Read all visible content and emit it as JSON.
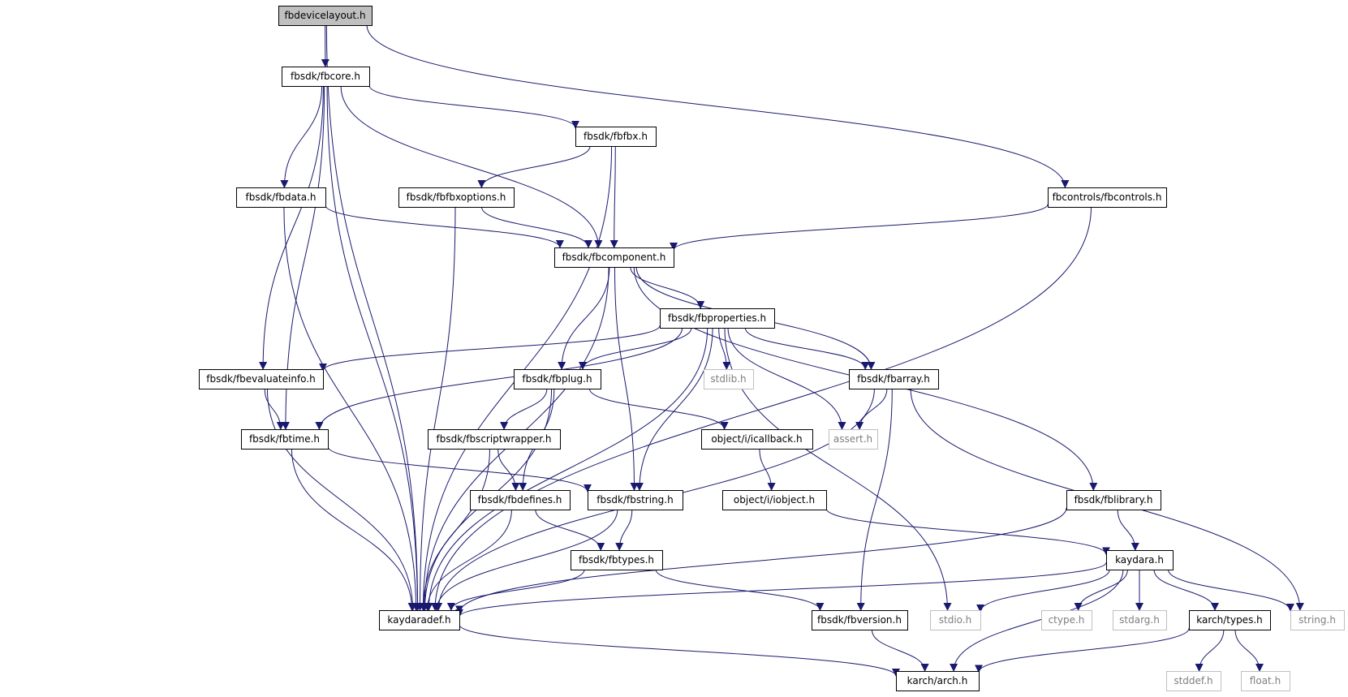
{
  "graph": {
    "nodes": [
      {
        "id": "fbdevicelayout",
        "label": "fbdevicelayout.h",
        "style": "root"
      },
      {
        "id": "fbcore",
        "label": "fbsdk/fbcore.h",
        "style": "normal"
      },
      {
        "id": "fbfbx",
        "label": "fbsdk/fbfbx.h",
        "style": "normal"
      },
      {
        "id": "fbdata",
        "label": "fbsdk/fbdata.h",
        "style": "normal"
      },
      {
        "id": "fbfbxoptions",
        "label": "fbsdk/fbfbxoptions.h",
        "style": "normal"
      },
      {
        "id": "fbcontrols",
        "label": "fbcontrols/fbcontrols.h",
        "style": "normal"
      },
      {
        "id": "fbcomponent",
        "label": "fbsdk/fbcomponent.h",
        "style": "normal"
      },
      {
        "id": "fbproperties",
        "label": "fbsdk/fbproperties.h",
        "style": "normal"
      },
      {
        "id": "fbevaluateinfo",
        "label": "fbsdk/fbevaluateinfo.h",
        "style": "normal"
      },
      {
        "id": "fbplug",
        "label": "fbsdk/fbplug.h",
        "style": "normal"
      },
      {
        "id": "stdlib",
        "label": "stdlib.h",
        "style": "system"
      },
      {
        "id": "fbarray",
        "label": "fbsdk/fbarray.h",
        "style": "normal"
      },
      {
        "id": "fbtime",
        "label": "fbsdk/fbtime.h",
        "style": "normal"
      },
      {
        "id": "fbscriptwrapper",
        "label": "fbsdk/fbscriptwrapper.h",
        "style": "normal"
      },
      {
        "id": "icallback",
        "label": "object/i/icallback.h",
        "style": "normal"
      },
      {
        "id": "assert",
        "label": "assert.h",
        "style": "system"
      },
      {
        "id": "fbdefines",
        "label": "fbsdk/fbdefines.h",
        "style": "normal"
      },
      {
        "id": "fbstring",
        "label": "fbsdk/fbstring.h",
        "style": "normal"
      },
      {
        "id": "iobject",
        "label": "object/i/iobject.h",
        "style": "normal"
      },
      {
        "id": "fblibrary",
        "label": "fbsdk/fblibrary.h",
        "style": "normal"
      },
      {
        "id": "fbtypes",
        "label": "fbsdk/fbtypes.h",
        "style": "normal"
      },
      {
        "id": "kaydara",
        "label": "kaydara.h",
        "style": "normal"
      },
      {
        "id": "kaydaradef",
        "label": "kaydaradef.h",
        "style": "normal"
      },
      {
        "id": "fbversion",
        "label": "fbsdk/fbversion.h",
        "style": "normal"
      },
      {
        "id": "stdio",
        "label": "stdio.h",
        "style": "system"
      },
      {
        "id": "ctype",
        "label": "ctype.h",
        "style": "system"
      },
      {
        "id": "stdarg",
        "label": "stdarg.h",
        "style": "system"
      },
      {
        "id": "karchtypes",
        "label": "karch/types.h",
        "style": "normal"
      },
      {
        "id": "string",
        "label": "string.h",
        "style": "system"
      },
      {
        "id": "karcharch",
        "label": "karch/arch.h",
        "style": "normal"
      },
      {
        "id": "stddef",
        "label": "stddef.h",
        "style": "system"
      },
      {
        "id": "float",
        "label": "float.h",
        "style": "system"
      }
    ],
    "edges": [
      {
        "from": "fbdevicelayout",
        "to": "fbcore"
      },
      {
        "from": "fbdevicelayout",
        "to": "kaydaradef"
      },
      {
        "from": "fbdevicelayout",
        "to": "fbcontrols"
      },
      {
        "from": "fbcore",
        "to": "fbfbx"
      },
      {
        "from": "fbcore",
        "to": "fbdata"
      },
      {
        "from": "fbcore",
        "to": "fbcomponent"
      },
      {
        "from": "fbcore",
        "to": "fbevaluateinfo"
      },
      {
        "from": "fbcore",
        "to": "fbtime"
      },
      {
        "from": "fbcore",
        "to": "kaydaradef"
      },
      {
        "from": "fbfbx",
        "to": "fbfbxoptions"
      },
      {
        "from": "fbfbx",
        "to": "fbcomponent"
      },
      {
        "from": "fbfbx",
        "to": "kaydaradef"
      },
      {
        "from": "fbdata",
        "to": "fbcomponent"
      },
      {
        "from": "fbdata",
        "to": "kaydaradef"
      },
      {
        "from": "fbfbxoptions",
        "to": "fbcomponent"
      },
      {
        "from": "fbfbxoptions",
        "to": "kaydaradef"
      },
      {
        "from": "fbcontrols",
        "to": "fbcomponent"
      },
      {
        "from": "fbcontrols",
        "to": "kaydaradef"
      },
      {
        "from": "fbcomponent",
        "to": "fbproperties"
      },
      {
        "from": "fbcomponent",
        "to": "fbplug"
      },
      {
        "from": "fbcomponent",
        "to": "fbstring"
      },
      {
        "from": "fbcomponent",
        "to": "fbarray"
      },
      {
        "from": "fbcomponent",
        "to": "fblibrary"
      },
      {
        "from": "fbcomponent",
        "to": "kaydaradef"
      },
      {
        "from": "fbproperties",
        "to": "fbevaluateinfo"
      },
      {
        "from": "fbproperties",
        "to": "fbplug"
      },
      {
        "from": "fbproperties",
        "to": "stdlib"
      },
      {
        "from": "fbproperties",
        "to": "fbarray"
      },
      {
        "from": "fbproperties",
        "to": "fbtime"
      },
      {
        "from": "fbproperties",
        "to": "assert"
      },
      {
        "from": "fbproperties",
        "to": "fbstring"
      },
      {
        "from": "fbproperties",
        "to": "stdio"
      },
      {
        "from": "fbproperties",
        "to": "kaydaradef"
      },
      {
        "from": "fbevaluateinfo",
        "to": "fbtime"
      },
      {
        "from": "fbevaluateinfo",
        "to": "kaydaradef"
      },
      {
        "from": "fbplug",
        "to": "fbscriptwrapper"
      },
      {
        "from": "fbplug",
        "to": "icallback"
      },
      {
        "from": "fbplug",
        "to": "fbdefines"
      },
      {
        "from": "fbplug",
        "to": "kaydaradef"
      },
      {
        "from": "fbarray",
        "to": "assert"
      },
      {
        "from": "fbarray",
        "to": "fbversion"
      },
      {
        "from": "fbarray",
        "to": "string"
      },
      {
        "from": "fbarray",
        "to": "kaydaradef"
      },
      {
        "from": "fbtime",
        "to": "fbstring"
      },
      {
        "from": "fbtime",
        "to": "kaydaradef"
      },
      {
        "from": "fbscriptwrapper",
        "to": "fbdefines"
      },
      {
        "from": "fbscriptwrapper",
        "to": "kaydaradef"
      },
      {
        "from": "icallback",
        "to": "iobject"
      },
      {
        "from": "fbdefines",
        "to": "fbtypes"
      },
      {
        "from": "fbdefines",
        "to": "kaydaradef"
      },
      {
        "from": "fbstring",
        "to": "fbtypes"
      },
      {
        "from": "fbstring",
        "to": "kaydaradef"
      },
      {
        "from": "iobject",
        "to": "kaydara"
      },
      {
        "from": "fblibrary",
        "to": "kaydara"
      },
      {
        "from": "fblibrary",
        "to": "kaydaradef"
      },
      {
        "from": "fbtypes",
        "to": "fbversion"
      },
      {
        "from": "fbtypes",
        "to": "kaydaradef"
      },
      {
        "from": "kaydara",
        "to": "kaydaradef"
      },
      {
        "from": "kaydara",
        "to": "stdio"
      },
      {
        "from": "kaydara",
        "to": "ctype"
      },
      {
        "from": "kaydara",
        "to": "stdarg"
      },
      {
        "from": "kaydara",
        "to": "karchtypes"
      },
      {
        "from": "kaydara",
        "to": "string"
      },
      {
        "from": "kaydara",
        "to": "karcharch"
      },
      {
        "from": "kaydaradef",
        "to": "karcharch"
      },
      {
        "from": "fbversion",
        "to": "karcharch"
      },
      {
        "from": "karchtypes",
        "to": "karcharch"
      },
      {
        "from": "karchtypes",
        "to": "stddef"
      },
      {
        "from": "karchtypes",
        "to": "float"
      }
    ]
  },
  "colors": {
    "edge": "#191970",
    "node_border": "#000000",
    "root_fill": "#bfbfbf",
    "system_border": "#bfbfbf",
    "system_text": "#7f7f7f",
    "node_fill": "#ffffff"
  }
}
